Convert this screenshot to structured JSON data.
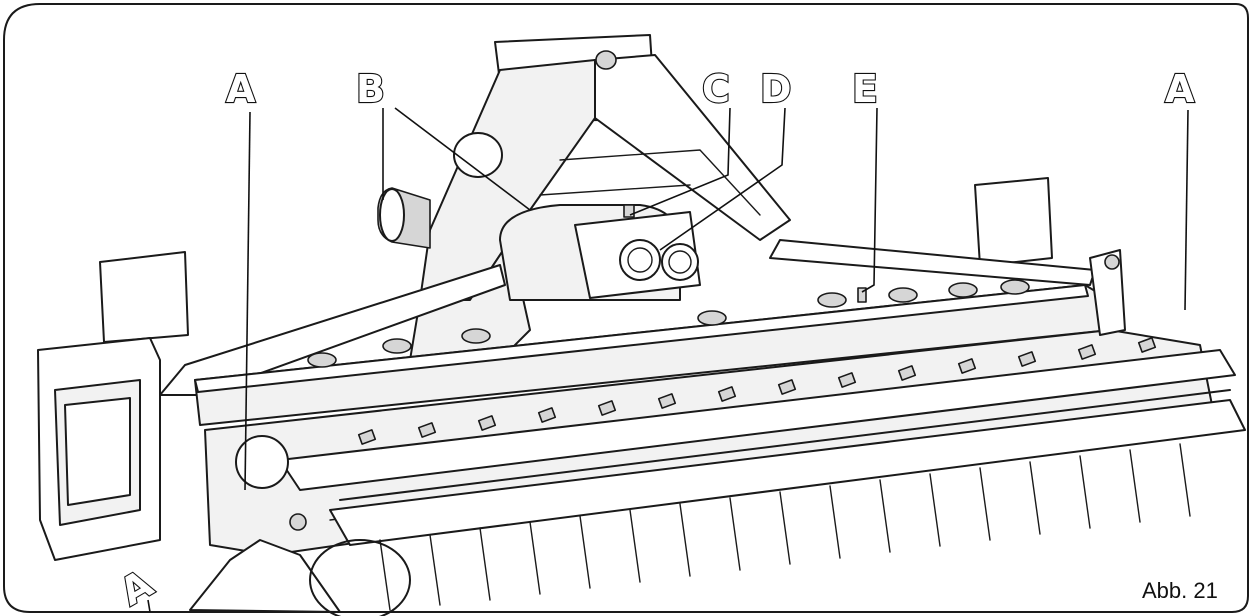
{
  "figure": {
    "caption": "Abb. 21",
    "callouts": [
      {
        "id": "a-left",
        "label": "A"
      },
      {
        "id": "b",
        "label": "B"
      },
      {
        "id": "c",
        "label": "C"
      },
      {
        "id": "d",
        "label": "D"
      },
      {
        "id": "e",
        "label": "E"
      },
      {
        "id": "a-right",
        "label": "A"
      },
      {
        "id": "a-bottom",
        "label": "A"
      }
    ]
  }
}
